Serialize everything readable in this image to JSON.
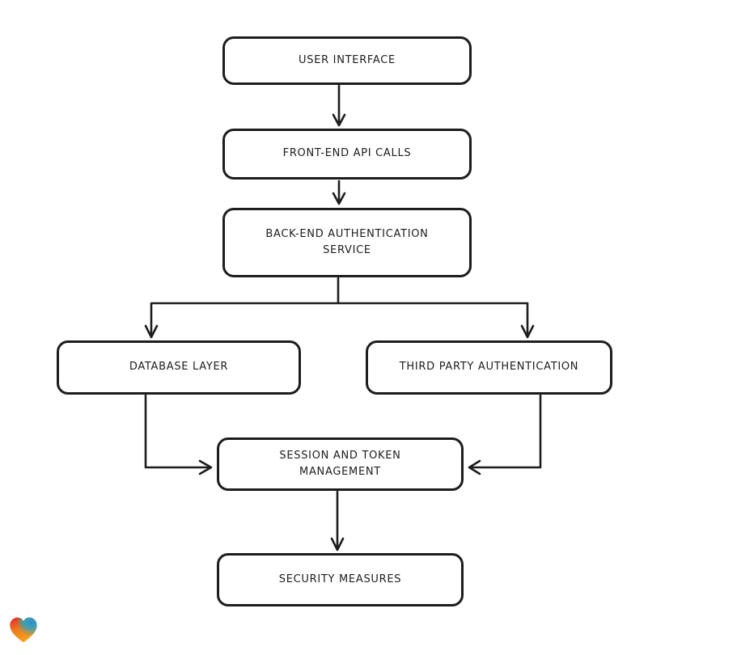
{
  "diagram": {
    "type": "flowchart",
    "nodes": [
      {
        "id": "user-interface",
        "label": "USER INTERFACE"
      },
      {
        "id": "front-end-api-calls",
        "label": "FRONT-END API CALLS"
      },
      {
        "id": "back-end-authentication-service",
        "label": "BACK-END AUTHENTICATION\nSERVICE"
      },
      {
        "id": "database-layer",
        "label": "DATABASE LAYER"
      },
      {
        "id": "third-party-authentication",
        "label": "THIRD PARTY AUTHENTICATION"
      },
      {
        "id": "session-and-token-management",
        "label": "SESSION AND TOKEN\nMANAGEMENT"
      },
      {
        "id": "security-measures",
        "label": "SECURITY MEASURES"
      }
    ],
    "edges": [
      {
        "from": "user-interface",
        "to": "front-end-api-calls"
      },
      {
        "from": "front-end-api-calls",
        "to": "back-end-authentication-service"
      },
      {
        "from": "back-end-authentication-service",
        "to": "database-layer"
      },
      {
        "from": "back-end-authentication-service",
        "to": "third-party-authentication"
      },
      {
        "from": "database-layer",
        "to": "session-and-token-management"
      },
      {
        "from": "third-party-authentication",
        "to": "session-and-token-management"
      },
      {
        "from": "session-and-token-management",
        "to": "security-measures"
      }
    ],
    "colors": {
      "background": "#ffffff",
      "node_fill": "#ffffff",
      "stroke": "#1d1d1d",
      "logo_red": "#e8222c",
      "logo_green": "#3fa757",
      "logo_blue": "#2b8fd9",
      "logo_orange": "#f6a21e"
    },
    "logo": {
      "name": "gradient-heart-logo"
    }
  }
}
